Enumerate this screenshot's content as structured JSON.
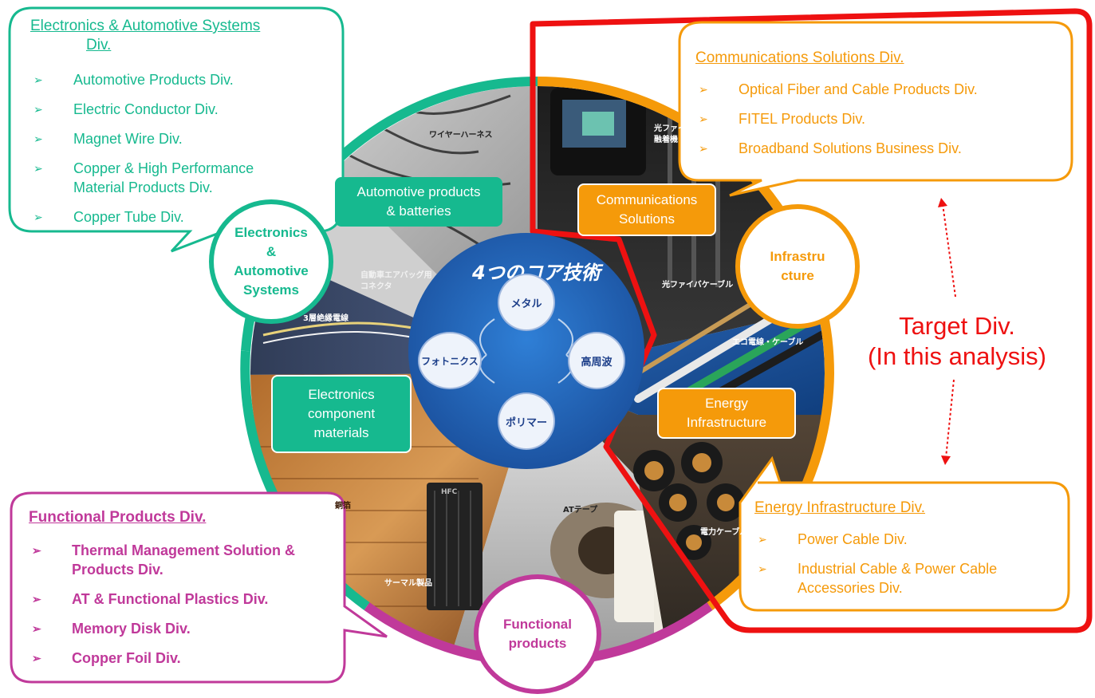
{
  "colors": {
    "green": "#16b98f",
    "magenta": "#c0399a",
    "orange": "#f59a0a",
    "red": "#ee1111",
    "core_blue": "#1f5fb4"
  },
  "segments": {
    "electronics": {
      "label_line1": "Electronics",
      "label_line2": "&",
      "label_line3": "Automotive",
      "label_line4": "Systems"
    },
    "infrastructure": {
      "label_line1": "Infrastru",
      "label_line2": "cture"
    },
    "functional": {
      "label_line1": "Functional",
      "label_line2": "products"
    }
  },
  "tags": {
    "automotive": {
      "line1": "Automotive products",
      "line2": "& batteries"
    },
    "electronics_component": {
      "line1": "Electronics",
      "line2": "component",
      "line3": "materials"
    },
    "communications": {
      "line1": "Communications",
      "line2": "Solutions"
    },
    "energy": {
      "line1": "Energy",
      "line2": "Infrastructure"
    }
  },
  "core": {
    "title": "4つのコア技術",
    "items": [
      "メタル",
      "高周波",
      "ポリマー",
      "フォトニクス"
    ]
  },
  "image_labels": {
    "wire_harness": "ワイヤーハーネス",
    "airbag": "自動車エアバッグ用",
    "connector": "コネクタ",
    "three_layer": "3層絶縁電線",
    "optical_fiber_device": "光ファイバ",
    "fusion_splicer": "融着機",
    "optical_fiber_cable": "光ファイバケーブル",
    "eco_cable": "エコ電線・ケーブル",
    "power_cable": "電力ケーブル",
    "at_tape": "ATテープ",
    "thermal": "サーマル製品",
    "copper_foil": "銅箔",
    "hfc_mark": "HFC"
  },
  "callouts": {
    "electronics": {
      "title_line1": "Electronics & Automotive Systems",
      "title_line2": "Div.",
      "items": [
        {
          "text": "Automotive Products Div."
        },
        {
          "text": "Electric Conductor Div."
        },
        {
          "text": "Magnet Wire Div."
        },
        {
          "text": "Copper & High Performance Material Products Div."
        },
        {
          "text": "Copper Tube Div."
        }
      ]
    },
    "communications": {
      "title": "Communications Solutions Div.",
      "items": [
        {
          "text": "Optical Fiber and Cable Products Div."
        },
        {
          "text": "FITEL Products Div."
        },
        {
          "text": "Broadband Solutions Business Div."
        }
      ]
    },
    "functional": {
      "title": "Functional Products Div.",
      "items": [
        {
          "text": "Thermal Management Solution & Products Div."
        },
        {
          "text": "AT & Functional Plastics Div."
        },
        {
          "text": "Memory Disk Div."
        },
        {
          "text": "Copper Foil Div."
        }
      ]
    },
    "energy": {
      "title": "Energy Infrastructure Div.",
      "items": [
        {
          "text": "Power Cable Div."
        },
        {
          "text": "Industrial Cable & Power Cable Accessories Div."
        }
      ]
    }
  },
  "target": {
    "line1": "Target Div.",
    "line2": "(In this analysis)"
  },
  "bullet_glyph": "➢"
}
